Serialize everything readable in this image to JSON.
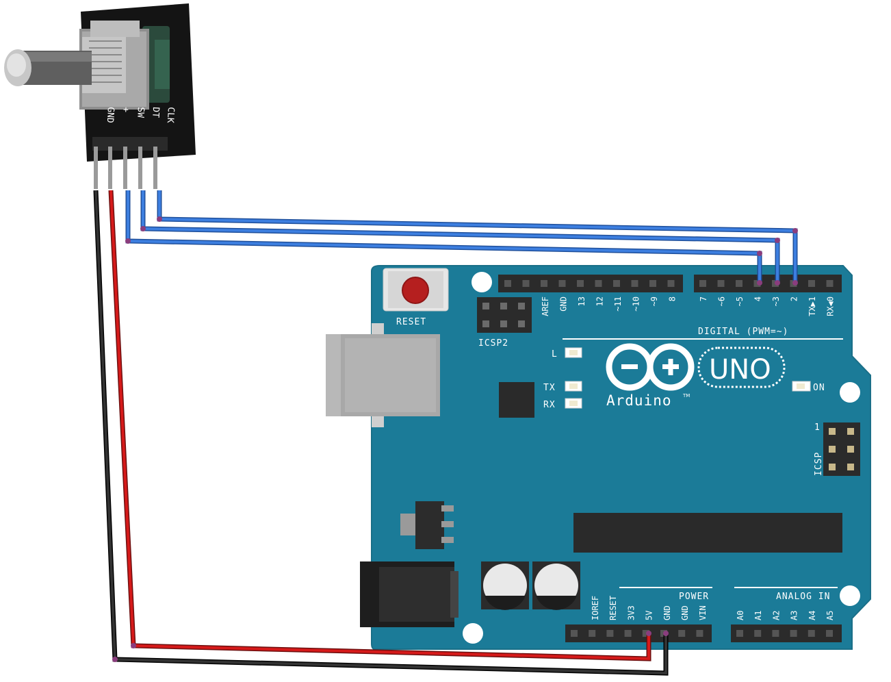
{
  "colors": {
    "board": "#1b7b98",
    "board_edge": "#1a6f88",
    "header": "#2b2b2b",
    "pin": "#555555",
    "wire_blue": "#3b78d8",
    "wire_red": "#d11a1a",
    "wire_black": "#222222",
    "module": "#111111"
  },
  "encoder_module": {
    "pin_labels": [
      "GND",
      "+",
      "SW",
      "DT",
      "CLK"
    ]
  },
  "board": {
    "reset_label": "RESET",
    "icsp2_label": "ICSP2",
    "icsp_label": "ICSP",
    "icsp_pin1": "1",
    "digital_label": "DIGITAL (PWM=~)",
    "power_label": "POWER",
    "analog_label": "ANALOG IN",
    "logo_text": "Arduino",
    "logo_tm": "TM",
    "uno_text": "UNO",
    "led_l": "L",
    "led_tx": "TX",
    "led_rx": "RX",
    "led_on": "ON",
    "digital_pins_left": [
      "AREF",
      "GND",
      "13",
      "12",
      "~11",
      "~10",
      "~9",
      "8"
    ],
    "digital_pins_right": [
      "7",
      "~6",
      "~5",
      "4",
      "~3",
      "2",
      "TX▶1",
      "RX◀0"
    ],
    "power_pins": [
      "IOREF",
      "RESET",
      "3V3",
      "5V",
      "GND",
      "GND",
      "VIN"
    ],
    "analog_pins": [
      "A0",
      "A1",
      "A2",
      "A3",
      "A4",
      "A5"
    ]
  }
}
